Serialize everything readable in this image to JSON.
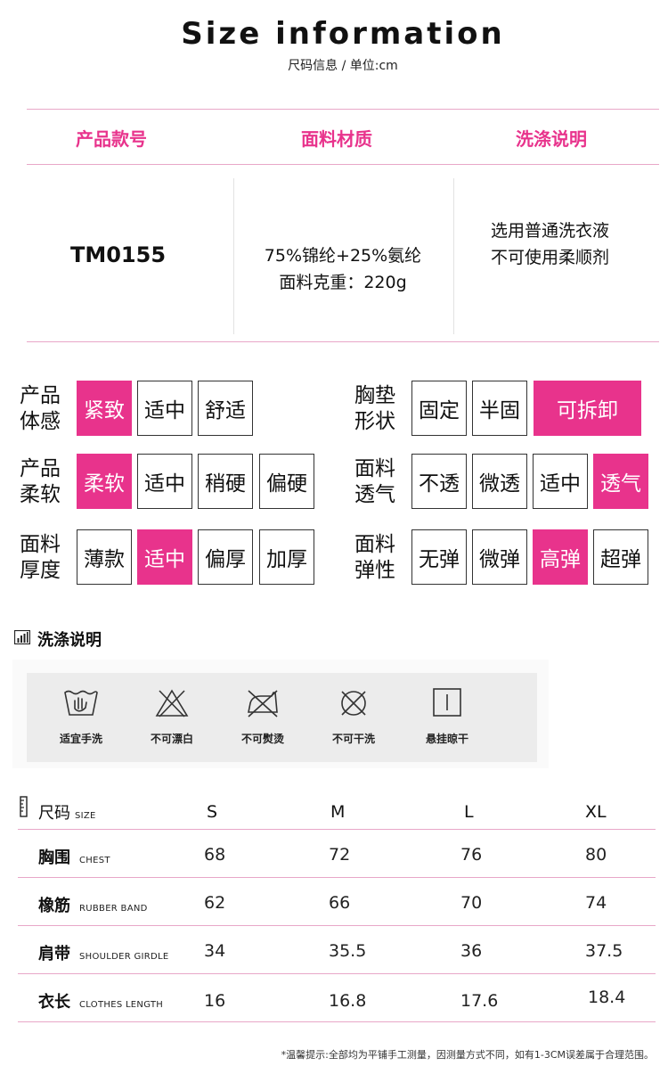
{
  "header": {
    "title": "Size information",
    "subtitle": "尺码信息 / 单位:cm"
  },
  "info": {
    "headers": [
      "产品款号",
      "面料材质",
      "洗涤说明"
    ],
    "style_no": "TM0155",
    "material_line1": "75%锦纶+25%氨纶",
    "material_line2": "面料克重：220g",
    "wash_line1": "选用普通洗衣液",
    "wash_line2": "不可使用柔顺剂"
  },
  "attributes": {
    "feel": {
      "label1": "产品",
      "label2": "体感",
      "options": [
        "紧致",
        "适中",
        "舒适"
      ],
      "selected": "紧致"
    },
    "softness": {
      "label1": "产品",
      "label2": "柔软",
      "options": [
        "柔软",
        "适中",
        "稍硬",
        "偏硬"
      ],
      "selected": "柔软"
    },
    "thickness": {
      "label1": "面料",
      "label2": "厚度",
      "options": [
        "薄款",
        "适中",
        "偏厚",
        "加厚"
      ],
      "selected": "适中"
    },
    "pad": {
      "label1": "胸垫",
      "label2": "形状",
      "options": [
        "固定",
        "半固",
        "可拆卸"
      ],
      "selected": "可拆卸"
    },
    "breath": {
      "label1": "面料",
      "label2": "透气",
      "options": [
        "不透",
        "微透",
        "适中",
        "透气"
      ],
      "selected": "透气"
    },
    "elastic": {
      "label1": "面料",
      "label2": "弹性",
      "options": [
        "无弹",
        "微弹",
        "高弹",
        "超弹"
      ],
      "selected": "高弹"
    }
  },
  "accent_color": "#e8338c",
  "wash": {
    "title": "洗涤说明",
    "title_icon": "bar-chart-icon",
    "items": [
      {
        "icon": "hand-wash-icon",
        "label": "适宜手洗"
      },
      {
        "icon": "no-bleach-icon",
        "label": "不可漂白"
      },
      {
        "icon": "no-iron-icon",
        "label": "不可熨烫"
      },
      {
        "icon": "no-dry-clean-icon",
        "label": "不可干洗"
      },
      {
        "icon": "hang-dry-icon",
        "label": "悬挂晾干"
      }
    ]
  },
  "size_table": {
    "head_cn": "尺码",
    "head_en": "SIZE",
    "head_icon": "ruler-icon",
    "sizes": [
      "S",
      "M",
      "L",
      "XL"
    ],
    "rows": [
      {
        "cn": "胸围",
        "en": "CHEST",
        "values": [
          "68",
          "72",
          "76",
          "80"
        ]
      },
      {
        "cn": "橡筋",
        "en": "RUBBER BAND",
        "values": [
          "62",
          "66",
          "70",
          "74"
        ]
      },
      {
        "cn": "肩带",
        "en": "SHOULDER GIRDLE",
        "values": [
          "34",
          "35.5",
          "36",
          "37.5"
        ]
      },
      {
        "cn": "衣长",
        "en": "CLOTHES LENGTH",
        "values": [
          "16",
          "16.8",
          "17.6",
          "18.4"
        ]
      }
    ]
  },
  "footnote": "*温馨提示:全部均为平铺手工测量，因测量方式不同，如有1-3CM误差属于合理范围。"
}
